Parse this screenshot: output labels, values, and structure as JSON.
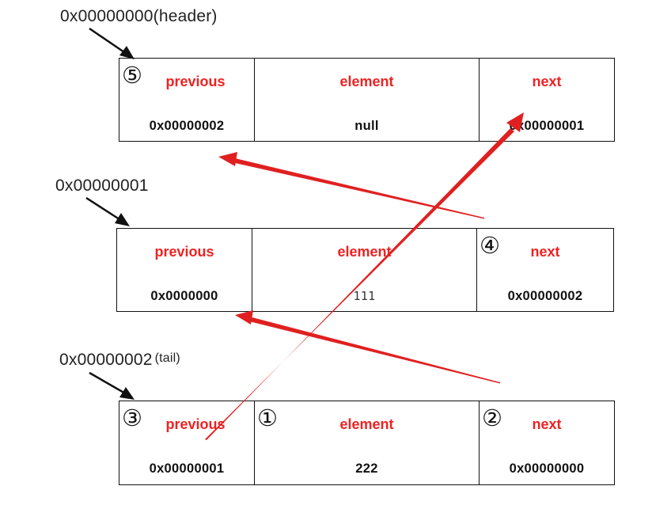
{
  "addresses": {
    "header": {
      "address": "0x00000000",
      "note": "(header)"
    },
    "middle": {
      "address": "0x00000001"
    },
    "tail": {
      "address": "0x00000002",
      "note": "(tail)"
    }
  },
  "nodes": [
    {
      "previous": {
        "label": "previous",
        "value": "0x00000002",
        "marker": "⑤"
      },
      "element": {
        "label": "element",
        "value": "null"
      },
      "next": {
        "label": "next",
        "value": "0x00000001"
      }
    },
    {
      "previous": {
        "label": "previous",
        "value": "0x0000000"
      },
      "element": {
        "label": "element",
        "value": "111"
      },
      "next": {
        "label": "next",
        "value": "0x00000002",
        "marker": "④"
      }
    },
    {
      "previous": {
        "label": "previous",
        "value": "0x00000001",
        "marker": "③"
      },
      "element": {
        "label": "element",
        "value": "222",
        "marker": "①"
      },
      "next": {
        "label": "next",
        "value": "0x00000000",
        "marker": "②"
      }
    }
  ],
  "colors": {
    "label": "#ee2222",
    "arrow": "#e02020",
    "pointer": "#111111",
    "border": "#111111"
  }
}
